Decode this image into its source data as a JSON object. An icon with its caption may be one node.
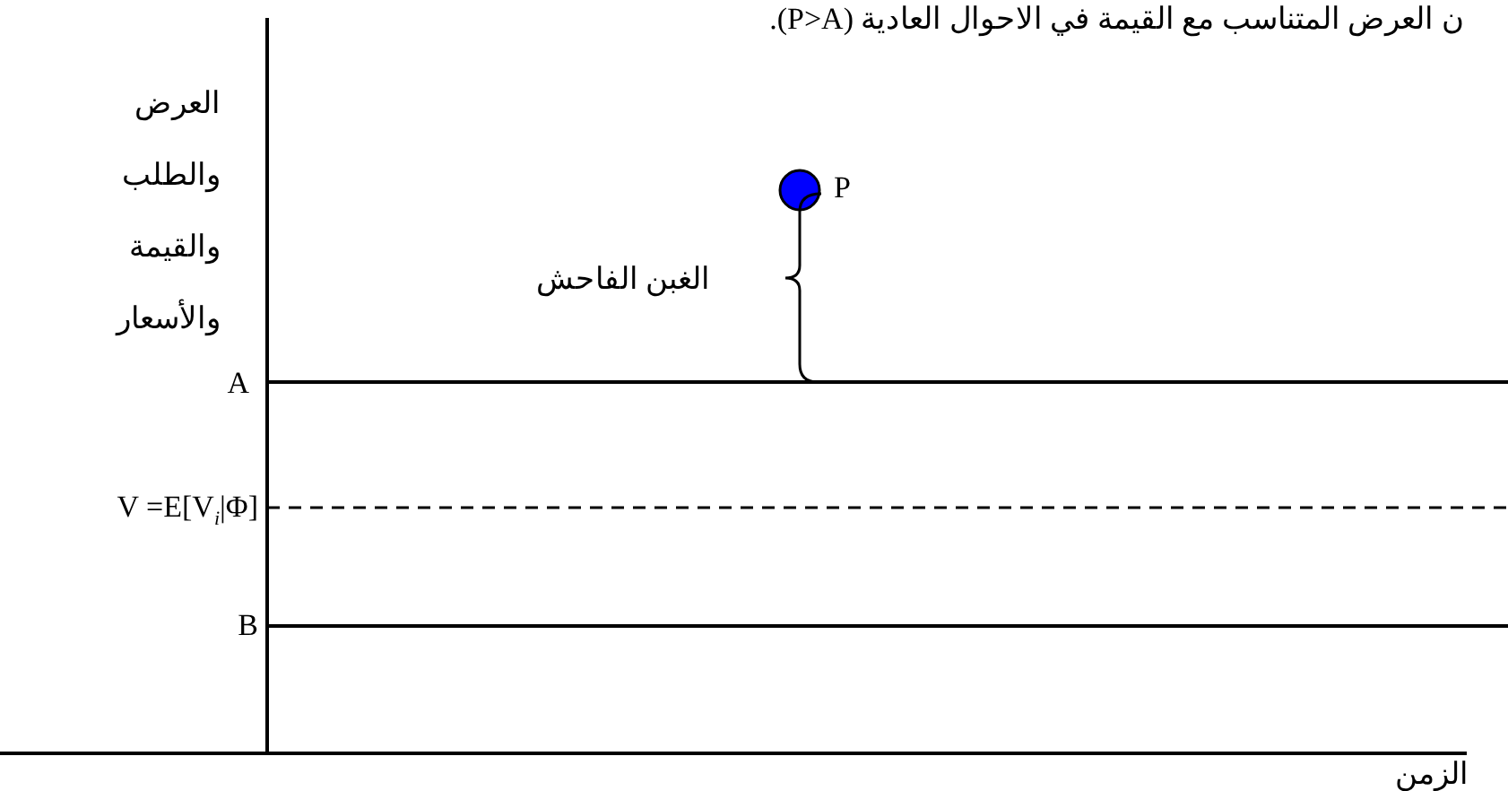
{
  "diagram": {
    "labels": [
      "ن العرض المتناسب مع القيمة في الاحوال العادية (P>A).",
      "العرض والطلب والقيمة والأسعار",
      "P",
      "الغبن الفاحش",
      "A",
      "V =E[V$_{i}$|Φ]",
      "B",
      "الزمن"
    ]
  }
}
